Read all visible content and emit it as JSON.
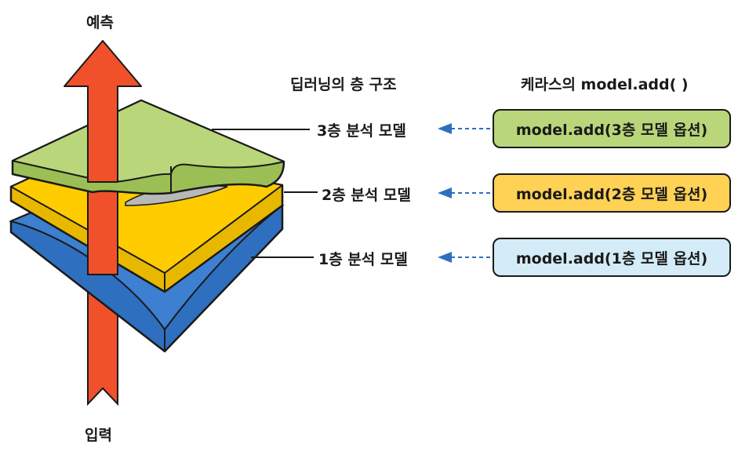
{
  "labels": {
    "predict": "예측",
    "input": "입력",
    "deep_learning_layers": "딥러닝의 층 구조",
    "keras_model_add": "케라스의 model.add( )"
  },
  "layers": [
    {
      "label": "3층 분석 모델",
      "code": "model.add(3층 모델 옵션)",
      "color": "#b9d67a"
    },
    {
      "label": "2층 분석 모델",
      "code": "model.add(2층 모델 옵션)",
      "color": "#ffd155"
    },
    {
      "label": "1층 분석 모델",
      "code": "model.add(1층 모델 옵션)",
      "color": "#d4ecf7"
    }
  ],
  "colors": {
    "arrow": "#f0512a",
    "layer_green": "#b9d67a",
    "layer_yellow": "#ffcc00",
    "layer_blue": "#2f6fbf",
    "dashed_arrow": "#2f6fbf"
  }
}
